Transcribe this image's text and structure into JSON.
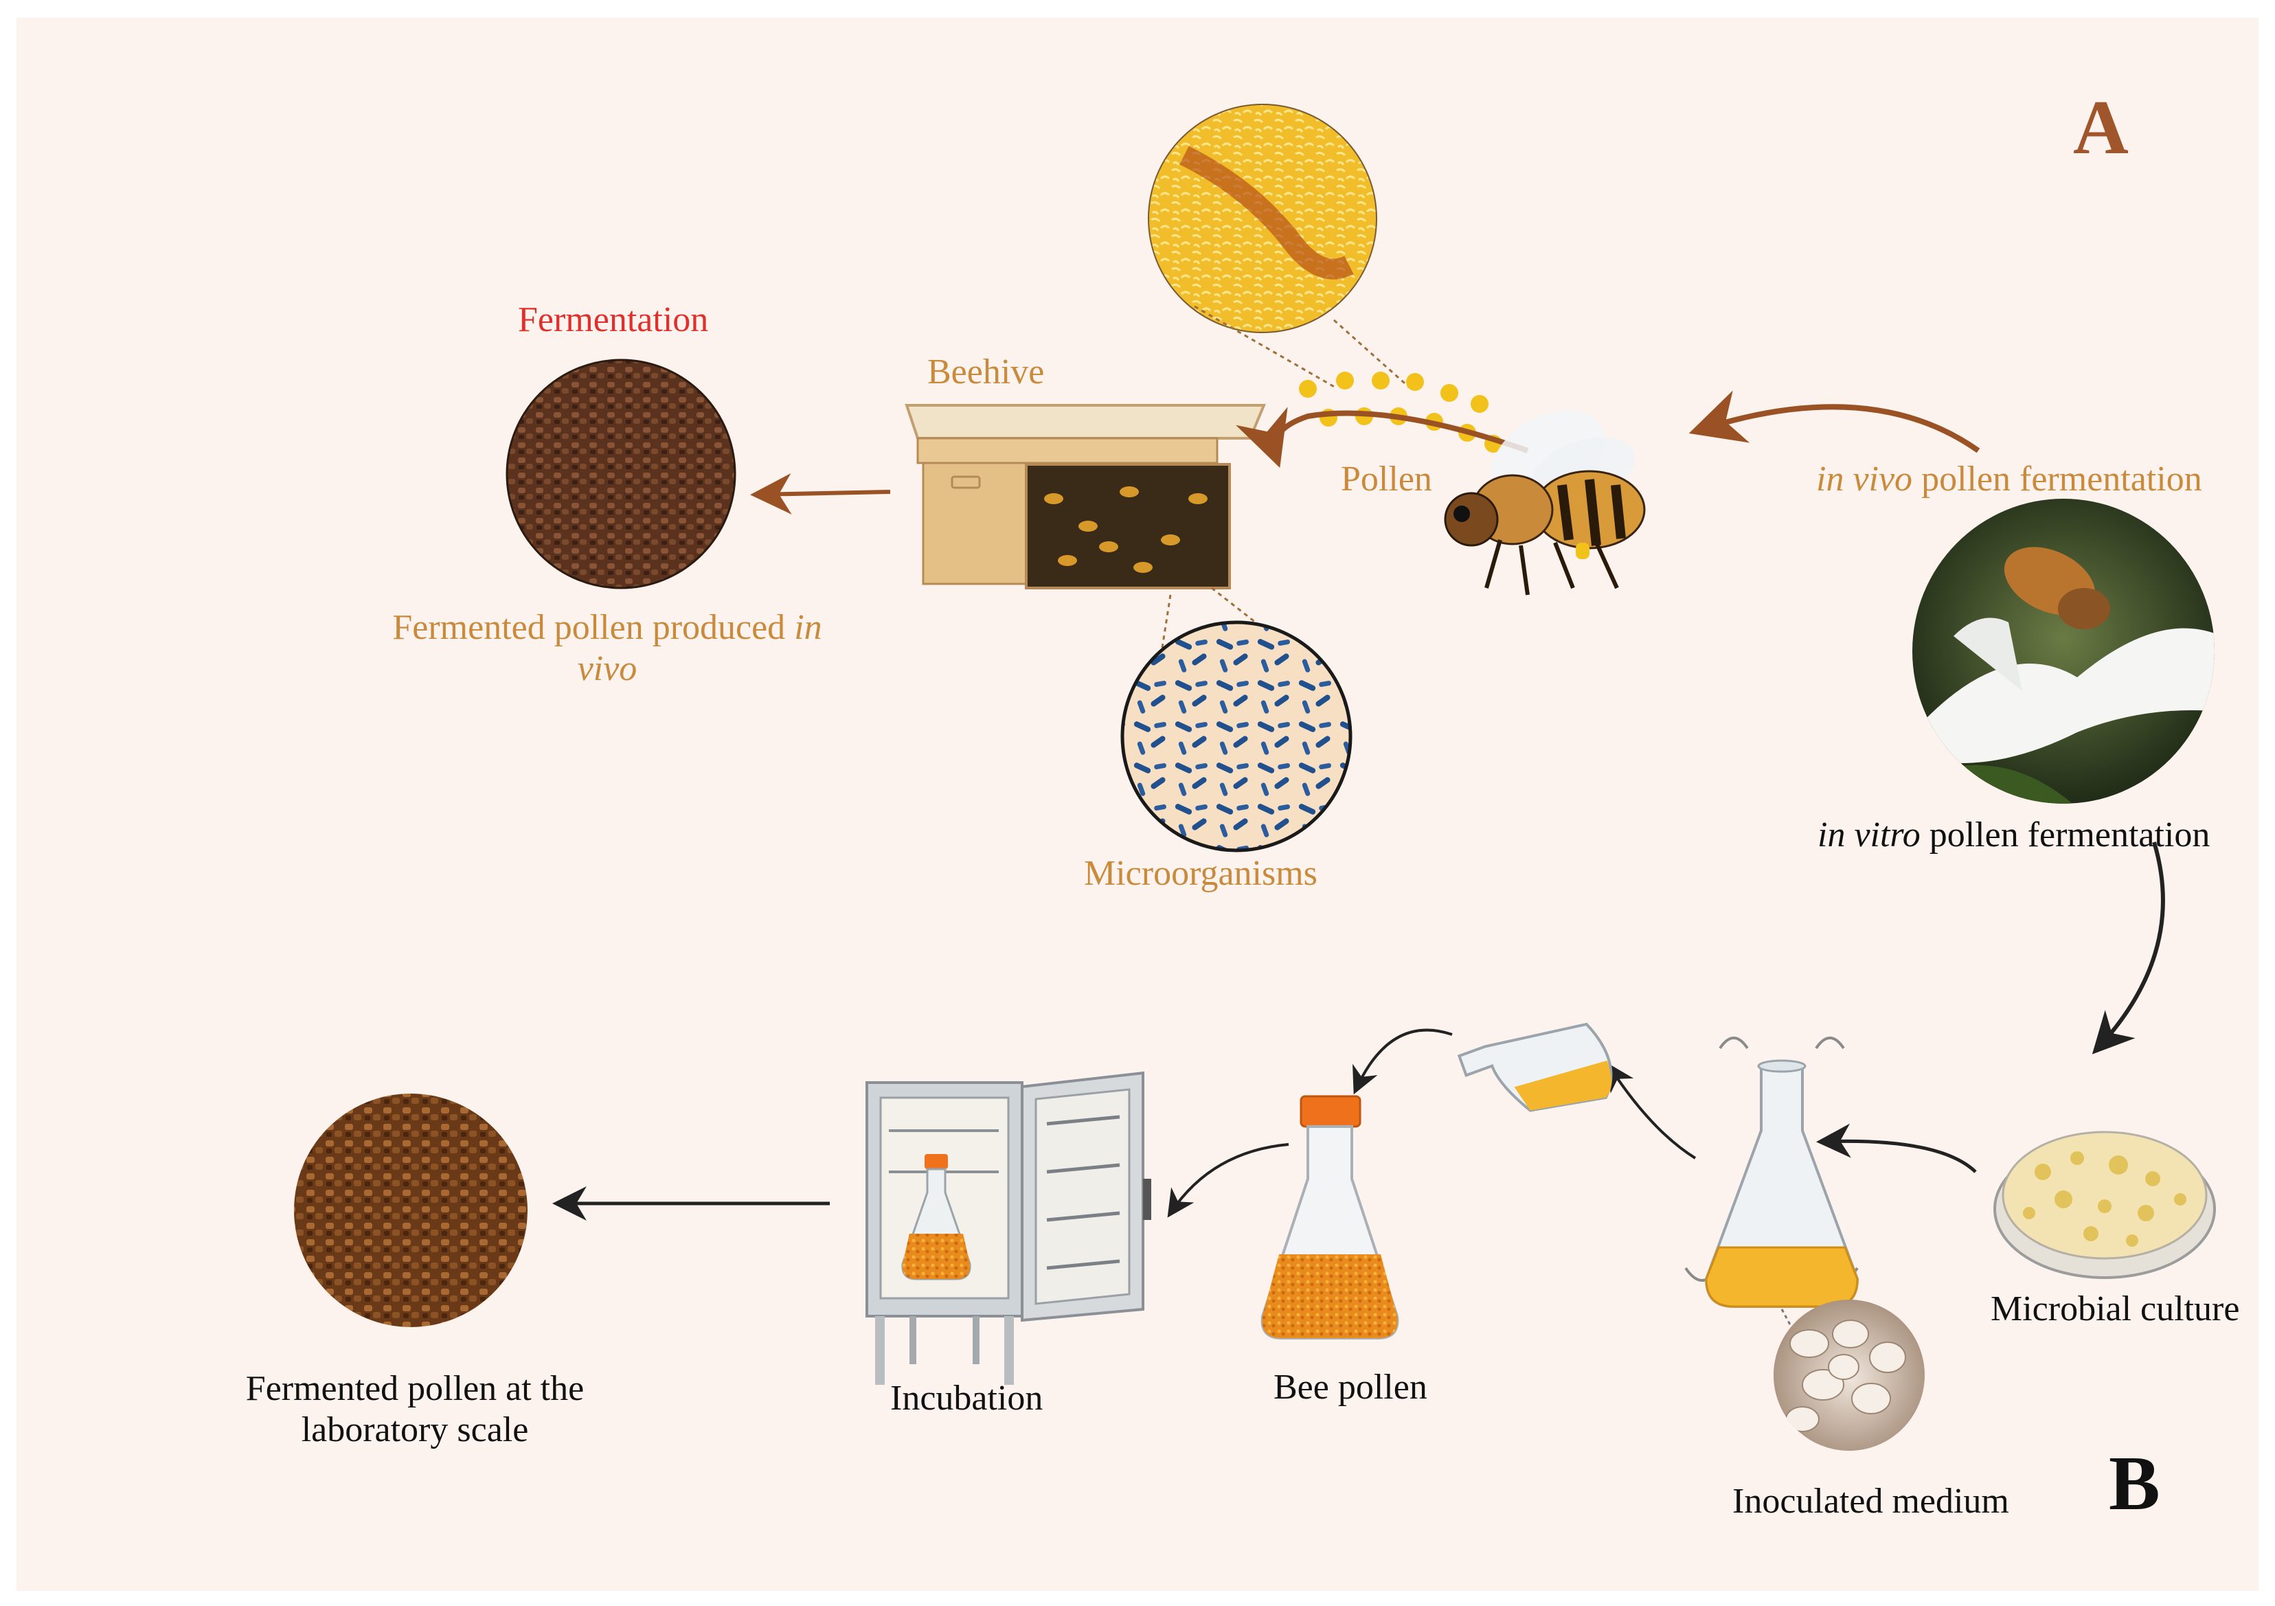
{
  "panels": {
    "a": "A",
    "b": "B"
  },
  "labels": {
    "fermentation": "Fermentation",
    "beehive": "Beehive",
    "pollen": "Pollen",
    "microorganisms": "Microorganisms",
    "fermented_in_vivo_prefix": "Fermented pollen produced ",
    "fermented_in_vivo_italic1": "in",
    "fermented_in_vivo_italic2": "vivo",
    "in_vivo_italic": "in vivo",
    "in_vivo_rest": " pollen fermentation",
    "in_vitro_italic": "in vitro",
    "in_vitro_rest": " pollen fermentation",
    "microbial_culture": "Microbial culture",
    "inoculated_medium": "Inoculated medium",
    "bee_pollen": "Bee pollen",
    "incubation": "Incubation",
    "fermented_lab_line1": "Fermented pollen at the",
    "fermented_lab_line2": "laboratory scale"
  },
  "colors": {
    "background": "#fcf3ef",
    "label_gold": "#c98a3c",
    "label_red": "#e1302c",
    "label_black": "#111111",
    "arrow_brown": "#9a5224",
    "arrow_black": "#222222",
    "pollen_dots": "#f2c21a",
    "microbe_blue": "#21508f"
  },
  "icons": [
    "fermented-pollen-photo-icon",
    "beehive-icon",
    "pollen-closeup-icon",
    "bee-icon",
    "microorganism-closeup-icon",
    "bee-on-flower-photo-icon",
    "petri-dish-icon",
    "shaking-flask-icon",
    "yeast-closeup-icon",
    "tilted-flask-icon",
    "bee-pollen-flask-icon",
    "incubator-icon",
    "lab-fermented-pollen-icon"
  ]
}
